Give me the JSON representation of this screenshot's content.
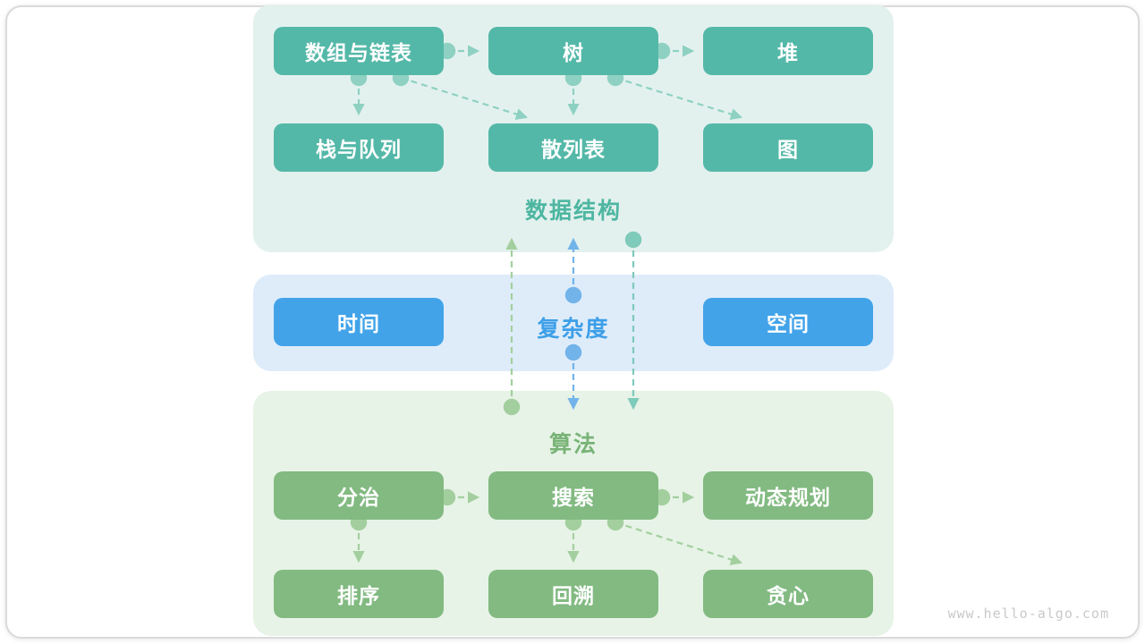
{
  "page": {
    "watermark": "www.hello-algo.com"
  },
  "colors": {
    "teal_node": "#54b8a8",
    "teal_section_bg": "#e3f1ee",
    "teal_label": "#4db6a1",
    "teal_arrow": "#8ed1c2",
    "blue_node": "#42a3e9",
    "blue_section_bg": "#deecfa",
    "blue_label": "#3d9fe8",
    "blue_arrow": "#72b3ea",
    "green_node": "#82ba81",
    "green_section_bg": "#e7f3e7",
    "green_label": "#79b377",
    "green_arrow": "#a3cf9e",
    "cross_teal_arrow": "#7ecabb",
    "node_text": "#ffffff",
    "watermark_text": "#c9c9c9"
  },
  "sections": {
    "data_structures": {
      "label": "数据结构",
      "boxes": [
        {
          "label": "数组与链表"
        },
        {
          "label": "树"
        },
        {
          "label": "堆"
        },
        {
          "label": "栈与队列"
        },
        {
          "label": "散列表"
        },
        {
          "label": "图"
        }
      ]
    },
    "complexity": {
      "label": "复杂度",
      "boxes": [
        {
          "label": "时间"
        },
        {
          "label": "空间"
        }
      ]
    },
    "algorithms": {
      "label": "算法",
      "boxes": [
        {
          "label": "分治"
        },
        {
          "label": "搜索"
        },
        {
          "label": "动态规划"
        },
        {
          "label": "排序"
        },
        {
          "label": "回溯"
        },
        {
          "label": "贪心"
        }
      ]
    }
  },
  "relations": {
    "arrays_to_tree": "数组与链表 → 树",
    "tree_to_heap": "树 → 堆",
    "arrays_to_stack_queue": "数组与链表 → 栈与队列",
    "arrays_to_hash_table": "数组与链表 → 散列表",
    "tree_to_hash_table": "树 → 散列表",
    "tree_to_graph": "树 → 图",
    "algorithms_to_data_structures": "算法 → 数据结构",
    "complexity_to_data_structures": "复杂度 → 数据结构",
    "complexity_to_algorithms": "复杂度 → 算法",
    "data_structures_to_algorithms": "数据结构 → 算法",
    "divide_to_search": "分治 → 搜索",
    "search_to_dp": "搜索 → 动态规划",
    "divide_to_sort": "分治 → 排序",
    "search_to_backtrack": "搜索 → 回溯",
    "search_to_greedy": "搜索 → 贪心"
  }
}
